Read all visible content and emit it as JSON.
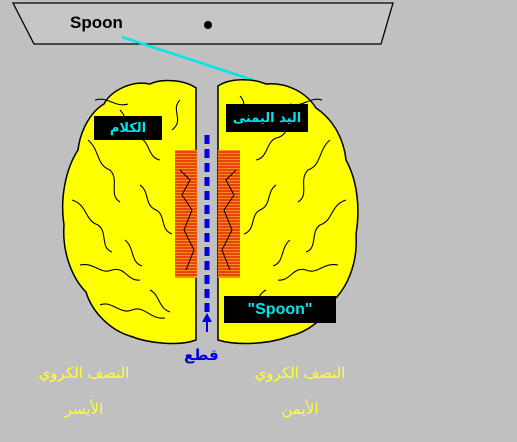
{
  "screen": {
    "object_word": "Spoon"
  },
  "labels": {
    "speech": "الكلام",
    "right_hand": "اليد اليمنى",
    "spoken_word": "\"Spoon\"",
    "cut": "قطع",
    "left_hemisphere_line1": "النصف الكروي",
    "left_hemisphere_line2": "الأيسر",
    "right_hemisphere_line1": "النصف الكروي",
    "right_hemisphere_line2": "الأيمن"
  },
  "colors": {
    "background": "#c0c0c0",
    "brain": "#ffff00",
    "label_text": "#00e5e5",
    "cut_line": "#0000dd",
    "corpus_callosum": "#ff8c1a",
    "hemisphere_text": "#ffff33"
  }
}
